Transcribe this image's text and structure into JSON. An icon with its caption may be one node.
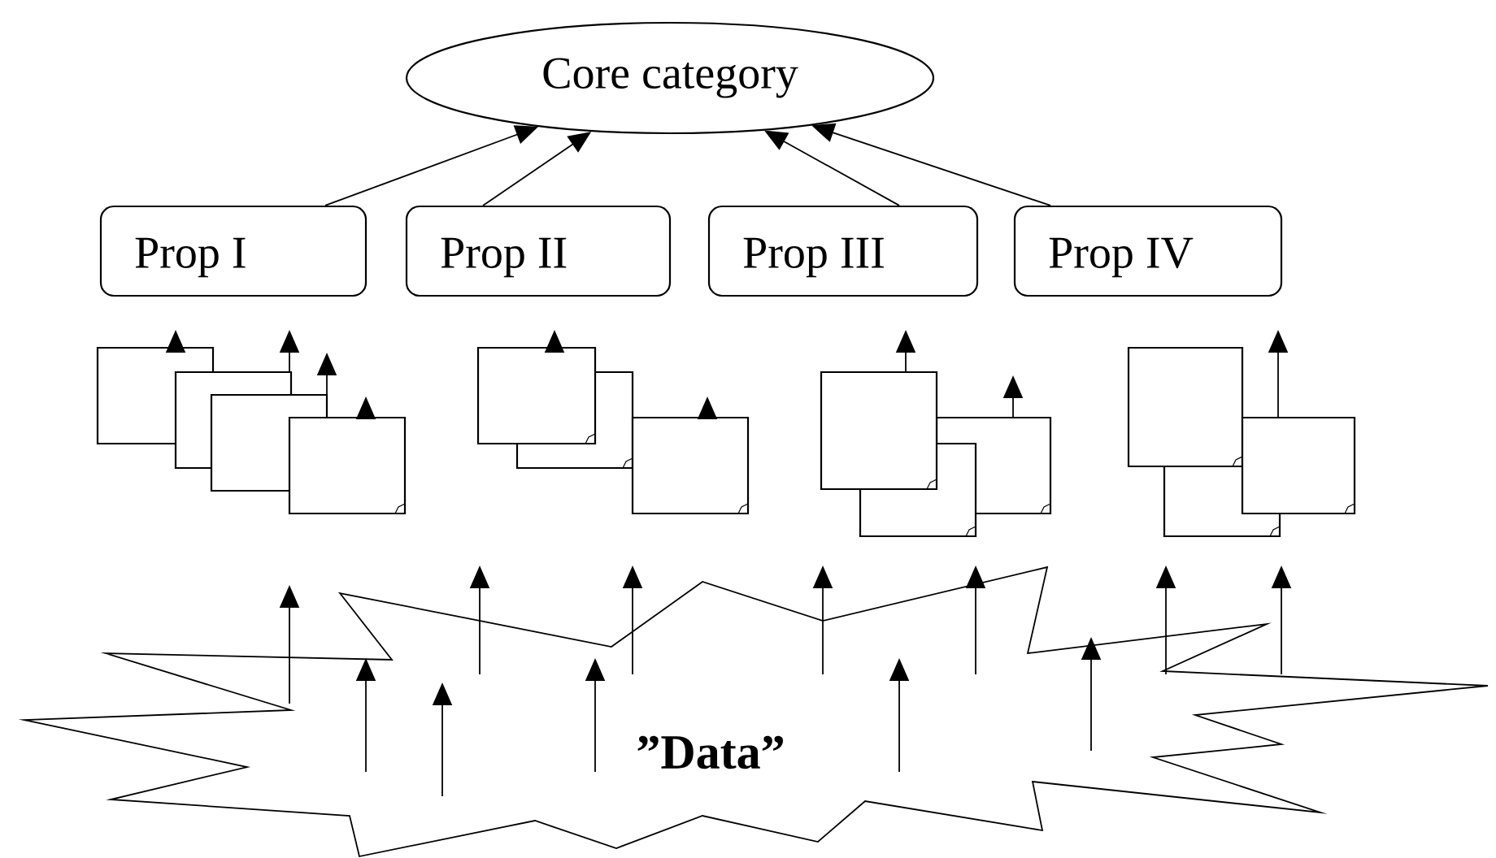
{
  "diagram": {
    "nodes": [
      {
        "text": [
          "Core category"
        ]
      },
      {
        "text": [
          "Prop I"
        ]
      },
      {
        "text": [
          "Prop II"
        ]
      },
      {
        "text": [
          "Prop III"
        ]
      },
      {
        "text": [
          "Prop IV"
        ]
      },
      {
        "text": [
          "”Data”"
        ]
      },
      {
        "text": [],
        "shape": "note"
      },
      {
        "text": [],
        "shape": "note"
      },
      {
        "text": [],
        "shape": "note"
      },
      {
        "text": [],
        "shape": "note"
      },
      {
        "text": [],
        "shape": "note"
      },
      {
        "text": [],
        "shape": "note"
      },
      {
        "text": [],
        "shape": "note"
      },
      {
        "text": [],
        "shape": "note"
      },
      {
        "text": [],
        "shape": "note"
      },
      {
        "text": [],
        "shape": "note"
      },
      {
        "text": [],
        "shape": "note"
      },
      {
        "text": [],
        "shape": "note"
      },
      {
        "text": [],
        "shape": "note"
      }
    ],
    "edges": [
      {
        "from": 1,
        "to": 0,
        "arrow": "to"
      },
      {
        "from": 2,
        "to": 0,
        "arrow": "to"
      },
      {
        "from": 3,
        "to": 0,
        "arrow": "to"
      },
      {
        "from": 4,
        "to": 0,
        "arrow": "to"
      },
      {
        "from": 6,
        "to": null,
        "arrow": "to"
      },
      {
        "from": 7,
        "to": null,
        "arrow": "to"
      },
      {
        "from": 8,
        "to": null,
        "arrow": "to"
      },
      {
        "from": 9,
        "to": null,
        "arrow": "to"
      },
      {
        "from": 10,
        "to": null,
        "arrow": "to"
      },
      {
        "from": 12,
        "to": null,
        "arrow": "to"
      },
      {
        "from": 13,
        "to": null,
        "arrow": "to"
      },
      {
        "from": 15,
        "to": null,
        "arrow": "to"
      },
      {
        "from": 18,
        "to": null,
        "arrow": "to"
      },
      {
        "from": 5,
        "to": null,
        "arrow": "to"
      },
      {
        "from": 5,
        "to": null,
        "arrow": "to"
      },
      {
        "from": 5,
        "to": null,
        "arrow": "to"
      },
      {
        "from": 5,
        "to": null,
        "arrow": "to"
      },
      {
        "from": 5,
        "to": null,
        "arrow": "to"
      },
      {
        "from": 5,
        "to": null,
        "arrow": "to"
      },
      {
        "from": 5,
        "to": null,
        "arrow": "to"
      },
      {
        "from": 5,
        "to": null,
        "arrow": "to"
      },
      {
        "from": 5,
        "to": null,
        "arrow": "to"
      },
      {
        "from": 5,
        "to": null,
        "arrow": "to"
      },
      {
        "from": 5,
        "to": null,
        "arrow": "to"
      },
      {
        "from": 5,
        "to": null,
        "arrow": "to"
      }
    ]
  }
}
